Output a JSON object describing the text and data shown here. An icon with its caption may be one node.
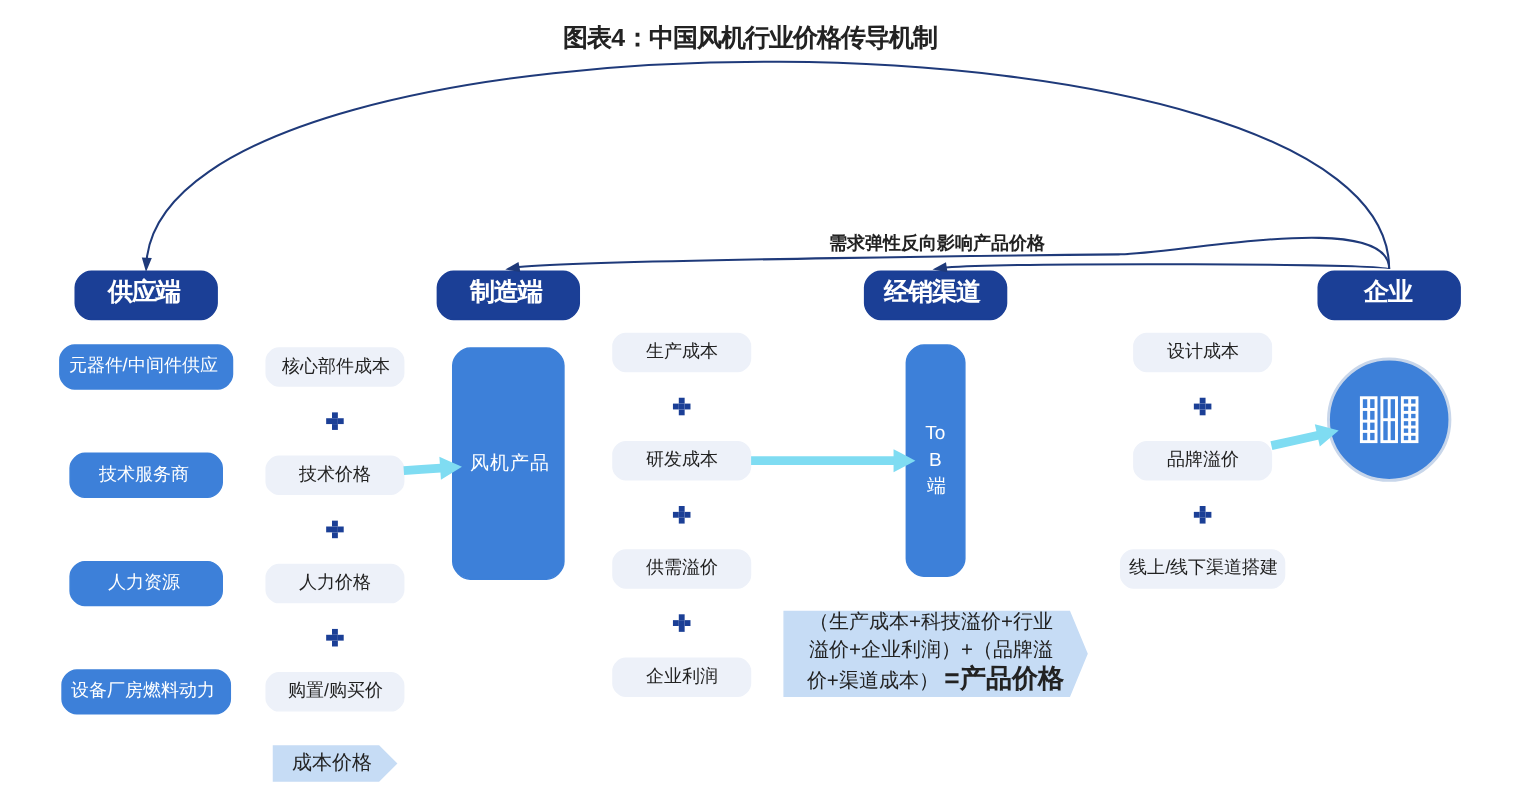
{
  "diagram": {
    "title": "图表4：中国风机行业价格传导机制",
    "nodes": [
      {
        "text": [
          "供应端"
        ]
      },
      {
        "text": [
          "制造端"
        ]
      },
      {
        "text": [
          "经销渠道"
        ]
      },
      {
        "text": [
          "企业"
        ]
      },
      {
        "text": [
          "元器件/中间件供应"
        ]
      },
      {
        "text": [
          "核心部件成本"
        ]
      },
      {
        "text": [
          "技术服务商"
        ]
      },
      {
        "text": [
          "技术价格"
        ]
      },
      {
        "text": [
          "人力资源"
        ]
      },
      {
        "text": [
          "人力价格"
        ]
      },
      {
        "text": [
          "设备厂房燃料动力"
        ]
      },
      {
        "text": [
          "购置/购买价"
        ]
      },
      {
        "text": [
          "风机产品"
        ]
      },
      {
        "text": [
          "生产成本"
        ]
      },
      {
        "text": [
          "研发成本"
        ]
      },
      {
        "text": [
          "供需溢价"
        ]
      },
      {
        "text": [
          "企业利润"
        ]
      },
      {
        "text": [
          "To B端"
        ]
      },
      {
        "text": [
          "设计成本"
        ]
      },
      {
        "text": [
          "品牌溢价"
        ]
      },
      {
        "text": [
          "线上/线下渠道搭建"
        ]
      },
      {
        "text": [],
        "shape": "picture"
      },
      {
        "text": [
          "成本价格"
        ]
      },
      {
        "text": [
          "（生产成本+科技溢价+行业溢价+企业利润）+（品牌溢价+渠道成本）**=产品价格**"
        ]
      }
    ],
    "edges": [
      {
        "from": 3,
        "to": 0,
        "arrow": "to"
      },
      {
        "from": 3,
        "to": 1,
        "arrow": "to",
        "label": "需求弹性反向影响产品价格"
      },
      {
        "from": 3,
        "to": 2,
        "arrow": "to"
      },
      {
        "from": 7,
        "to": 12,
        "arrow": "to",
        "style": "thick",
        "color": "#7fdcf2"
      },
      {
        "from": 14,
        "to": 17,
        "arrow": "to",
        "style": "thick",
        "color": "#7fdcf2"
      },
      {
        "from": 19,
        "to": 21,
        "arrow": "to",
        "style": "thick",
        "color": "#7fdcf2"
      }
    ]
  }
}
